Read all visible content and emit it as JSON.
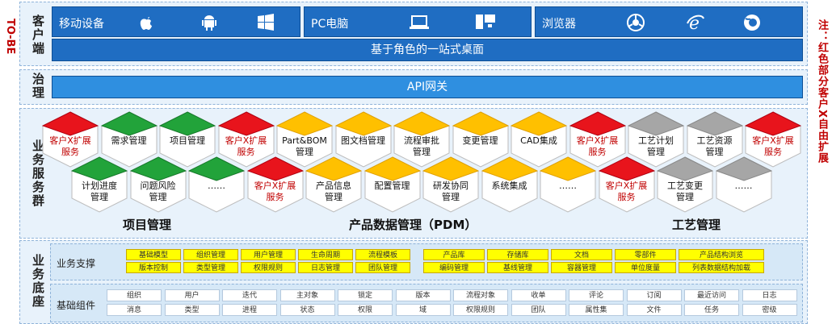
{
  "left_tag": "TO-BE",
  "right_note": "注：红色部分客户X自由扩展",
  "sections": {
    "client": "客户端",
    "gov": "治理",
    "business_service": "业务服务群",
    "business_base": "业务底座"
  },
  "client_groups": [
    {
      "name": "移动设备",
      "icons": [
        "apple-icon",
        "android-icon",
        "windows-icon"
      ]
    },
    {
      "name": "PC电脑",
      "icons": [
        "laptop-icon",
        "desktop-icon"
      ]
    },
    {
      "name": "浏览器",
      "icons": [
        "chrome-icon",
        "ie-icon",
        "firefox-icon"
      ]
    }
  ],
  "desktop_bar": "基于角色的一站式桌面",
  "api_bar": "API网关",
  "hex_top": [
    {
      "label": "客户X扩展\n服务",
      "color": "red"
    },
    {
      "label": "需求管理",
      "color": "green"
    },
    {
      "label": "项目管理",
      "color": "green"
    },
    {
      "label": "客户X扩展\n服务",
      "color": "red"
    },
    {
      "label": "Part&BOM\n管理",
      "color": "orange"
    },
    {
      "label": "图文档管理",
      "color": "orange"
    },
    {
      "label": "流程审批\n管理",
      "color": "orange"
    },
    {
      "label": "变更管理",
      "color": "orange"
    },
    {
      "label": "CAD集成",
      "color": "orange"
    },
    {
      "label": "客户X扩展\n服务",
      "color": "red"
    },
    {
      "label": "工艺计划\n管理",
      "color": "gray"
    },
    {
      "label": "工艺资源\n管理",
      "color": "gray"
    },
    {
      "label": "客户X扩展\n服务",
      "color": "red"
    }
  ],
  "hex_bottom": [
    {
      "label": "计划进度\n管理",
      "color": "green"
    },
    {
      "label": "问题风险\n管理",
      "color": "green"
    },
    {
      "label": "……",
      "color": "green"
    },
    {
      "label": "客户X扩展\n服务",
      "color": "red"
    },
    {
      "label": "产品信息\n管理",
      "color": "orange"
    },
    {
      "label": "配置管理",
      "color": "orange"
    },
    {
      "label": "研发协同\n管理",
      "color": "orange"
    },
    {
      "label": "系统集成",
      "color": "orange"
    },
    {
      "label": "……",
      "color": "orange"
    },
    {
      "label": "客户X扩展\n服务",
      "color": "red"
    },
    {
      "label": "工艺变更\n管理",
      "color": "gray"
    },
    {
      "label": "……",
      "color": "gray"
    }
  ],
  "group_titles": [
    "项目管理",
    "产品数据管理（PDM）",
    "工艺管理"
  ],
  "support_label": "业务支撑",
  "support_left": [
    [
      "基础模型",
      "组织管理",
      "用户管理",
      "生命周期",
      "流程模板"
    ],
    [
      "版本控制",
      "类型管理",
      "权限规则",
      "日志管理",
      "团队管理"
    ]
  ],
  "support_right": [
    [
      "产品库",
      "存储库",
      "文档",
      "零部件",
      "产品结构浏览"
    ],
    [
      "编码管理",
      "基线管理",
      "容器管理",
      "单位度量",
      "列表数据结构加载"
    ]
  ],
  "components_label": "基础组件",
  "components": [
    [
      "组织",
      "用户",
      "迭代",
      "主对象",
      "锁定",
      "版本",
      "流程对象",
      "收单",
      "评论",
      "订阅",
      "最近访问",
      "日志"
    ],
    [
      "消息",
      "类型",
      "进程",
      "状态",
      "权限",
      "域",
      "权限规则",
      "团队",
      "属性集",
      "文件",
      "任务",
      "密级"
    ]
  ],
  "colors": {
    "red": "#e8141c",
    "green": "#22a33a",
    "orange": "#ffc000",
    "gray": "#a6a6a6",
    "blue": "#1f6dc2"
  }
}
